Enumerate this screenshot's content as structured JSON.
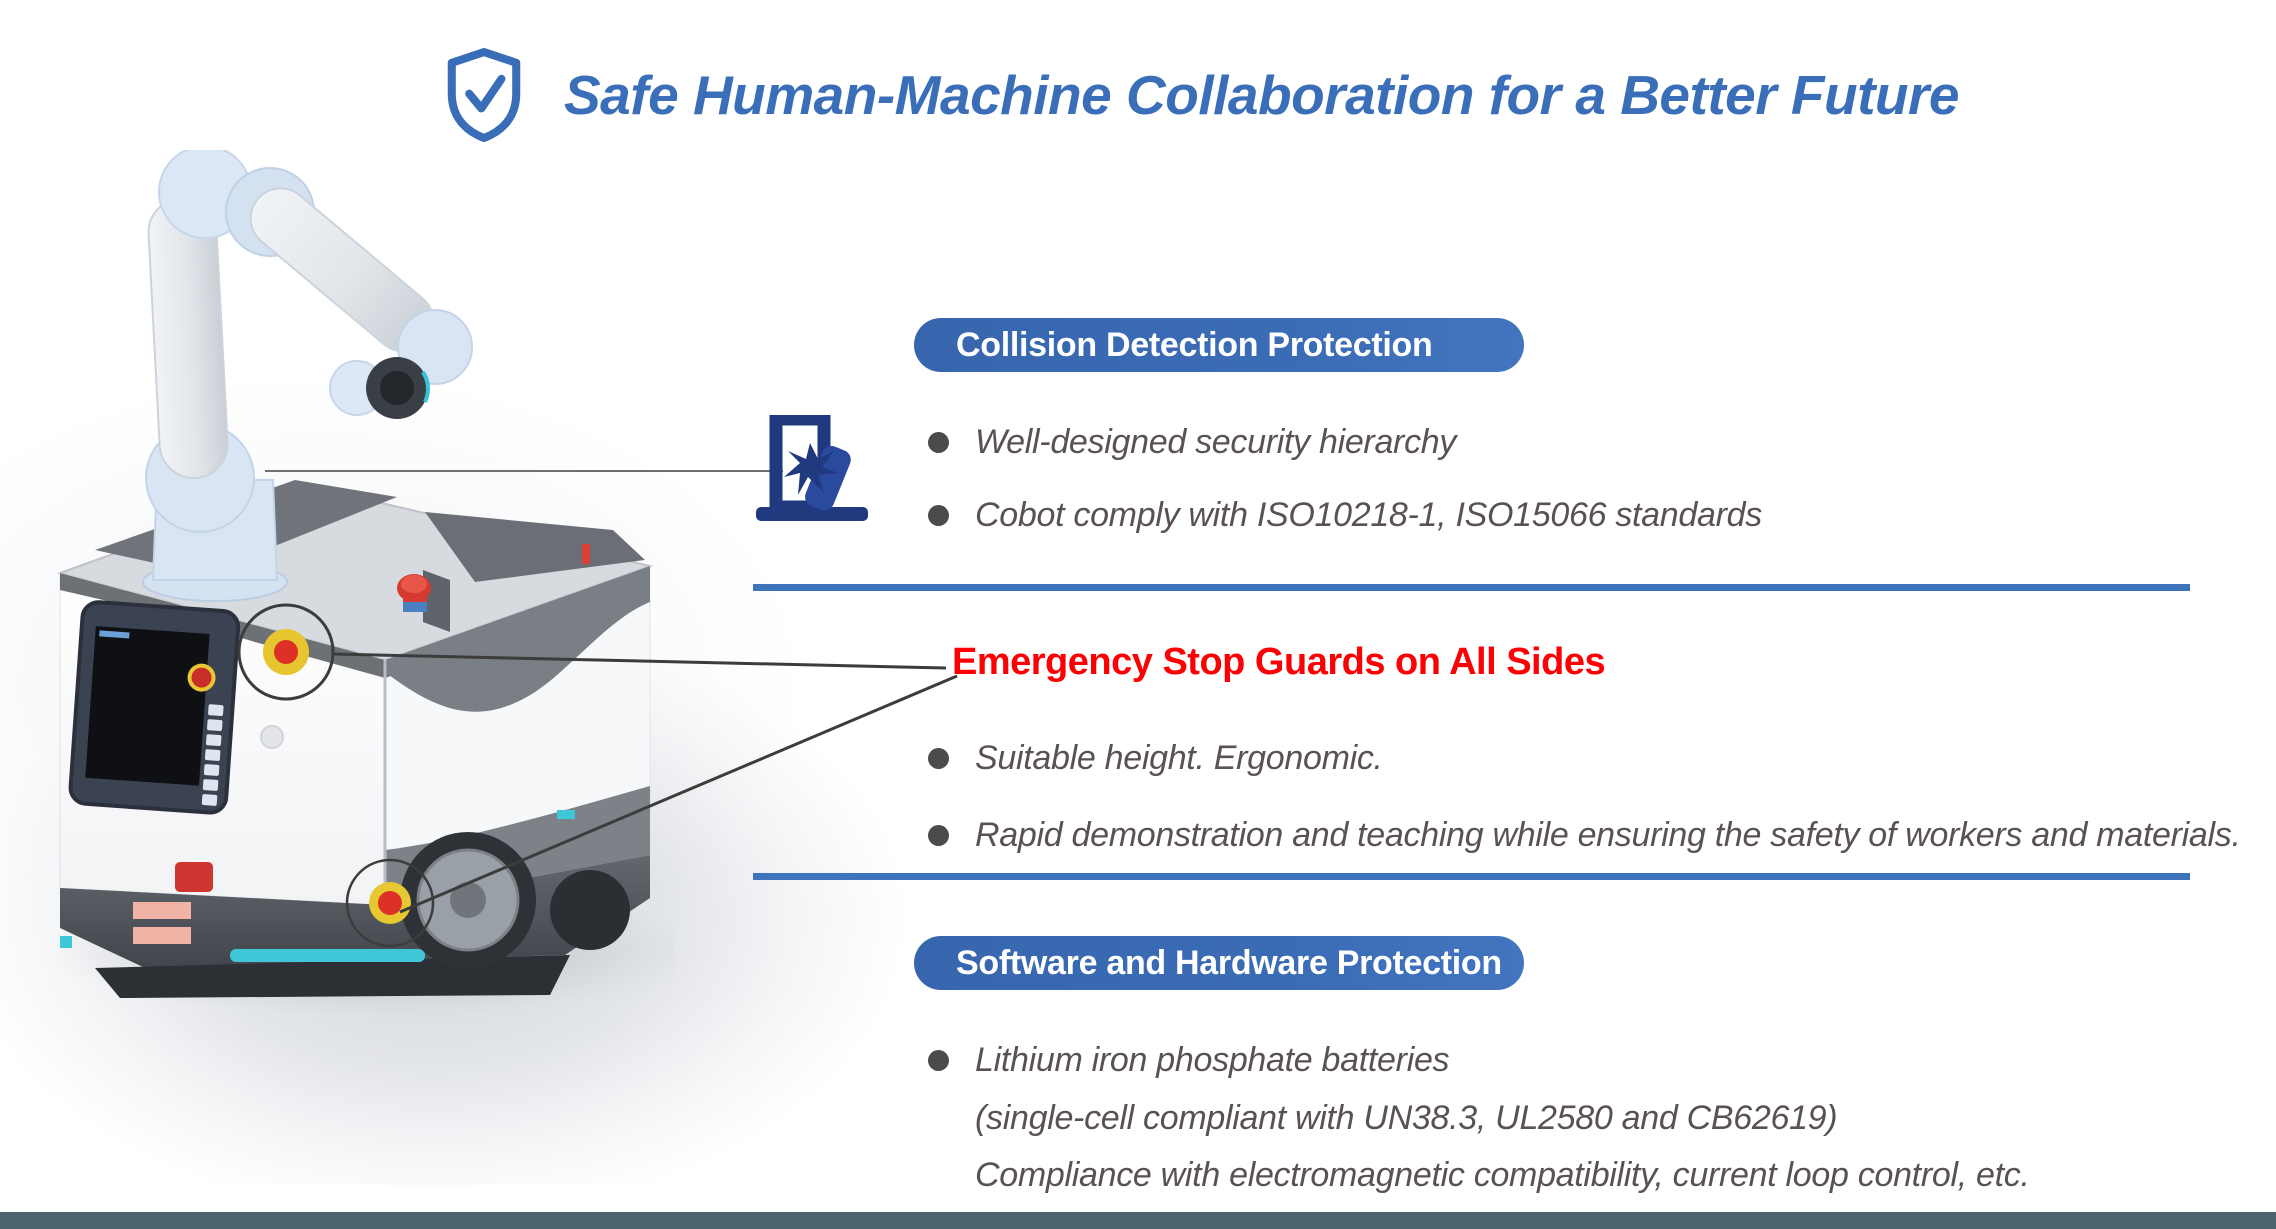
{
  "header": {
    "title": "Safe Human-Machine Collaboration for a Better Future",
    "icon": "shield-check-icon"
  },
  "sections": {
    "collision": {
      "pill_label": "Collision Detection Protection",
      "icon": "collision-impact-icon",
      "bullets": [
        "Well-designed security hierarchy",
        "Cobot comply with ISO10218-1, ISO15066 standards"
      ]
    },
    "estop": {
      "heading": "Emergency Stop Guards on All Sides",
      "bullets": [
        "Suitable height. Ergonomic.",
        "Rapid demonstration and teaching while ensuring the safety of workers and materials."
      ]
    },
    "software": {
      "pill_label": "Software and Hardware Protection",
      "bullet_lines": [
        "Lithium iron phosphate batteries",
        "(single-cell compliant with UN38.3, UL2580 and CB62619)",
        "Compliance with electromagnetic compatibility, current loop control, etc."
      ]
    }
  },
  "robot": {
    "description": "Collaborative robot arm mounted on mobile AGV base with emergency stop buttons"
  },
  "colors": {
    "accent_blue": "#3a6db8",
    "rule_blue": "#3d74bc",
    "icon_navy": "#20397f",
    "alert_red": "#fd0004",
    "body_text": "#5a5153",
    "footer_slate": "#4b646d",
    "robot_teal": "#3fc6d9"
  }
}
